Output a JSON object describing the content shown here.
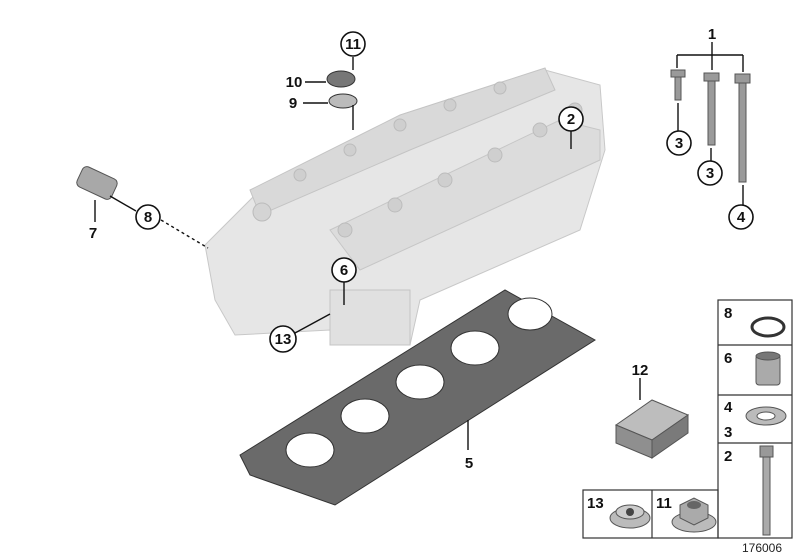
{
  "diagram": {
    "callouts": {
      "c1": "1",
      "c2": "2",
      "c3a": "3",
      "c3b": "3",
      "c4": "4",
      "c5": "5",
      "c6": "6",
      "c7": "7",
      "c8": "8",
      "c9": "9",
      "c10": "10",
      "c11": "11",
      "c12": "12",
      "c13": "13"
    },
    "legend": {
      "r8": "8",
      "r6": "6",
      "r4": "4",
      "r3": "3",
      "r2": "2",
      "b13": "13",
      "b11": "11"
    },
    "diagram_number": "176006"
  }
}
